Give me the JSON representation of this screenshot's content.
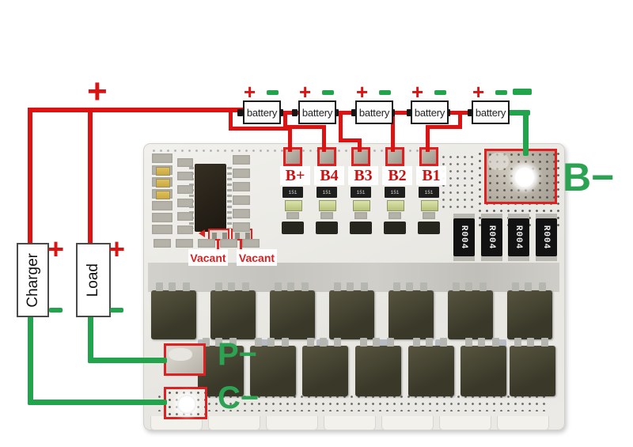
{
  "marks": {
    "plus": "+",
    "minus": "−"
  },
  "batteries": {
    "label": "battery",
    "count": 5
  },
  "left_devices": {
    "charger_label": "Charger",
    "load_label": "Load"
  },
  "terminals": {
    "sense_labels": [
      "B+",
      "B4",
      "B3",
      "B2",
      "B1"
    ],
    "b_minus": "B−",
    "p_minus": "P−",
    "c_minus": "C−"
  },
  "board": {
    "vacant_label": "Vacant",
    "shunt_label": "R004",
    "shunt_count": 4,
    "chip_marking": "151",
    "sense_cluster_count": 5,
    "mosfet_count_top": 7,
    "mosfet_count_bottom": 7
  },
  "colors": {
    "wire_positive": "#dc1313",
    "wire_negative": "#21a44c",
    "label_red": "#cc1111",
    "label_green": "#2ca353",
    "pad_outline": "#e02020"
  }
}
